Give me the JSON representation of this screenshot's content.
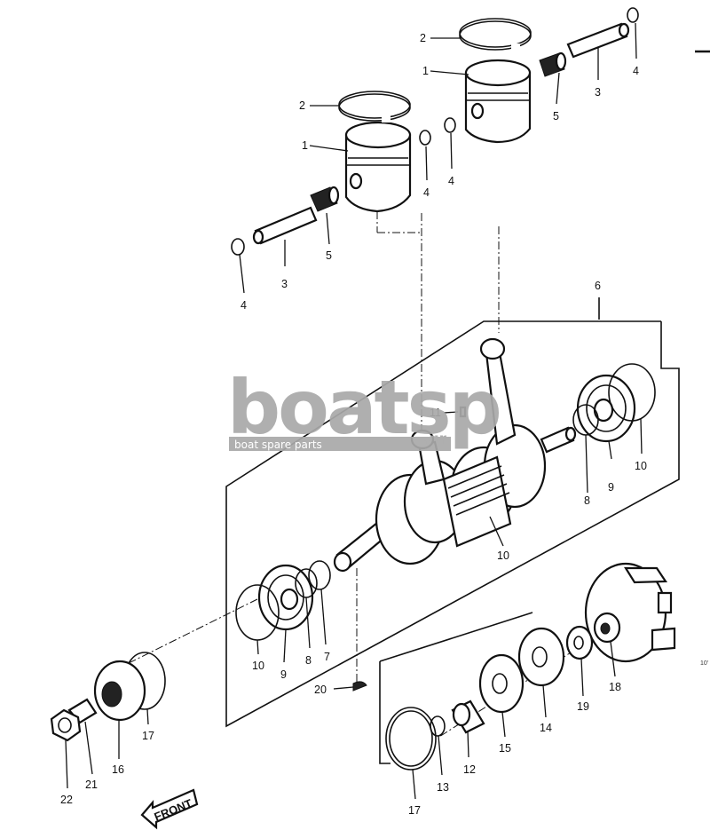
{
  "diagram": {
    "callouts": [
      {
        "id": "c1a",
        "label": "1"
      },
      {
        "id": "c1b",
        "label": "1"
      },
      {
        "id": "c2a",
        "label": "2"
      },
      {
        "id": "c2b",
        "label": "2"
      },
      {
        "id": "c3a",
        "label": "3"
      },
      {
        "id": "c3b",
        "label": "3"
      },
      {
        "id": "c4a",
        "label": "4"
      },
      {
        "id": "c4b",
        "label": "4"
      },
      {
        "id": "c4c",
        "label": "4"
      },
      {
        "id": "c4d",
        "label": "4"
      },
      {
        "id": "c5a",
        "label": "5"
      },
      {
        "id": "c5b",
        "label": "5"
      },
      {
        "id": "c6",
        "label": "6"
      },
      {
        "id": "c7",
        "label": "7"
      },
      {
        "id": "c8a",
        "label": "8"
      },
      {
        "id": "c8b",
        "label": "8"
      },
      {
        "id": "c9a",
        "label": "9"
      },
      {
        "id": "c9b",
        "label": "9"
      },
      {
        "id": "c10a",
        "label": "10"
      },
      {
        "id": "c10b",
        "label": "10"
      },
      {
        "id": "c10c",
        "label": "10"
      },
      {
        "id": "c11",
        "label": "11"
      },
      {
        "id": "c12",
        "label": "12"
      },
      {
        "id": "c13",
        "label": "13"
      },
      {
        "id": "c14",
        "label": "14"
      },
      {
        "id": "c15",
        "label": "15"
      },
      {
        "id": "c16",
        "label": "16"
      },
      {
        "id": "c17a",
        "label": "17"
      },
      {
        "id": "c17b",
        "label": "17"
      },
      {
        "id": "c18",
        "label": "18"
      },
      {
        "id": "c19",
        "label": "19"
      },
      {
        "id": "c20",
        "label": "20"
      },
      {
        "id": "c21",
        "label": "21"
      },
      {
        "id": "c22",
        "label": "22"
      }
    ],
    "front_label": "FRONT",
    "ref_code": "10'",
    "watermark": {
      "logo_text": "boatsp",
      "tld": ".gr",
      "tagline": "boat spare parts"
    }
  }
}
